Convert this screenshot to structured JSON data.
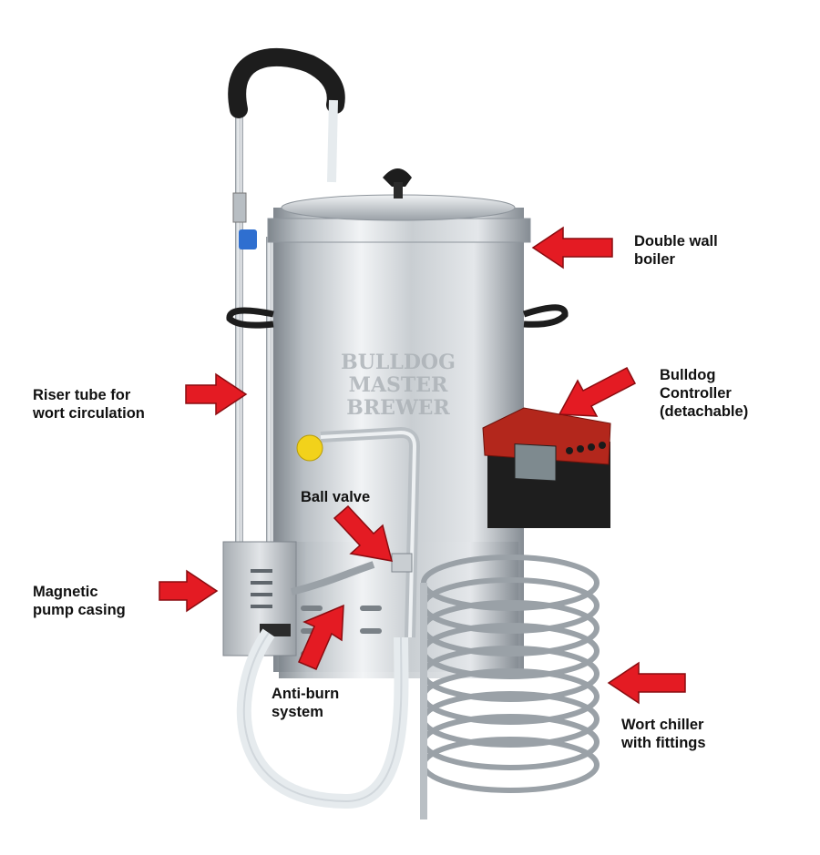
{
  "labels": {
    "double_wall": [
      "Double wall",
      "boiler"
    ],
    "controller": [
      "Bulldog",
      "Controller",
      "(detachable)"
    ],
    "riser": [
      "Riser tube for",
      "wort circulation"
    ],
    "ball_valve": [
      "Ball valve"
    ],
    "pump": [
      "Magnetic",
      "pump casing"
    ],
    "anti_burn": [
      "Anti-burn",
      "system"
    ],
    "chiller": [
      "Wort chiller",
      "with fittings"
    ]
  },
  "colors": {
    "arrow": "#e41b23",
    "steel_dark": "#8e959c",
    "steel_light": "#eef1f3",
    "controller_red": "#b3271c",
    "handle": "#1d1d1d",
    "valve_yellow": "#f2d21b",
    "hose": "#e6ebee"
  }
}
